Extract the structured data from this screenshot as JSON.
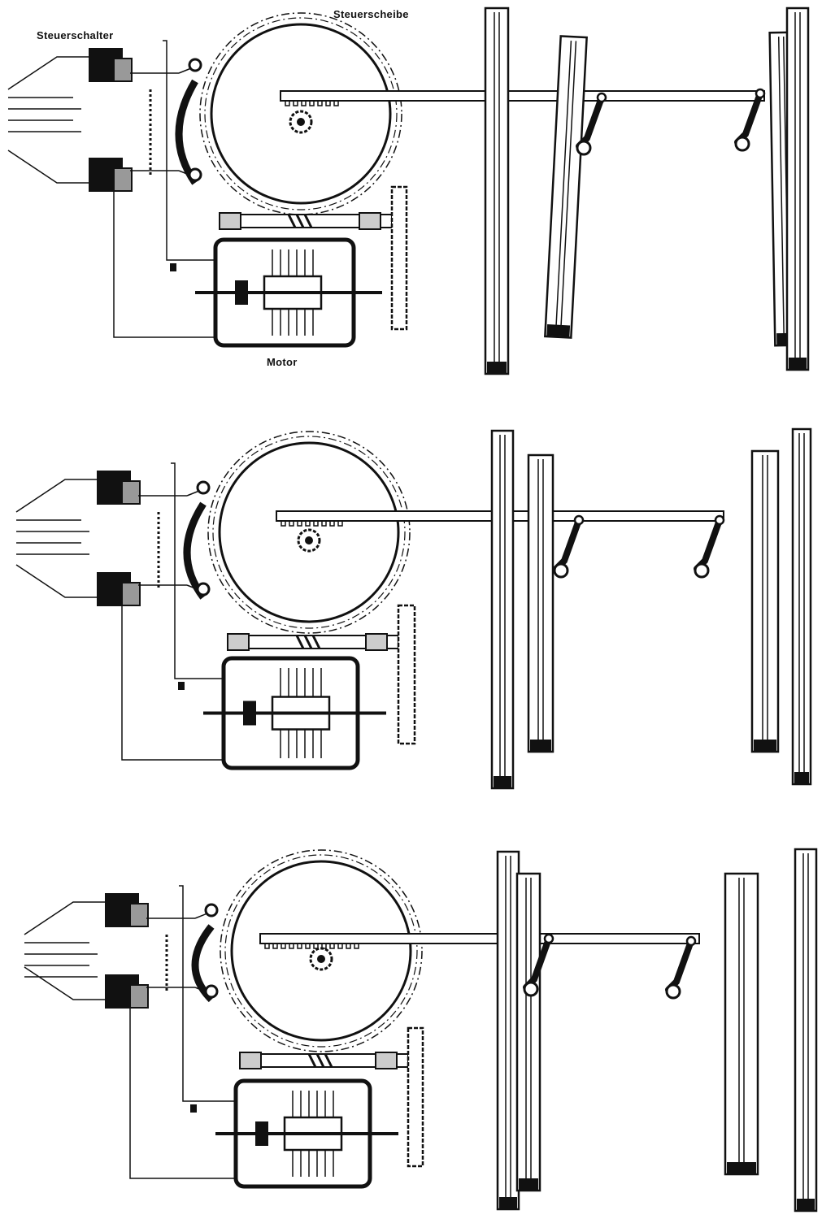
{
  "labels": {
    "control_switch": "Steuerschalter",
    "control_disc": "Steuerscheibe",
    "motor": "Motor"
  },
  "panels": [
    {
      "state": "position-1"
    },
    {
      "state": "position-2"
    },
    {
      "state": "position-3"
    }
  ],
  "colors": {
    "ink": "#111111",
    "paper": "#ffffff"
  }
}
